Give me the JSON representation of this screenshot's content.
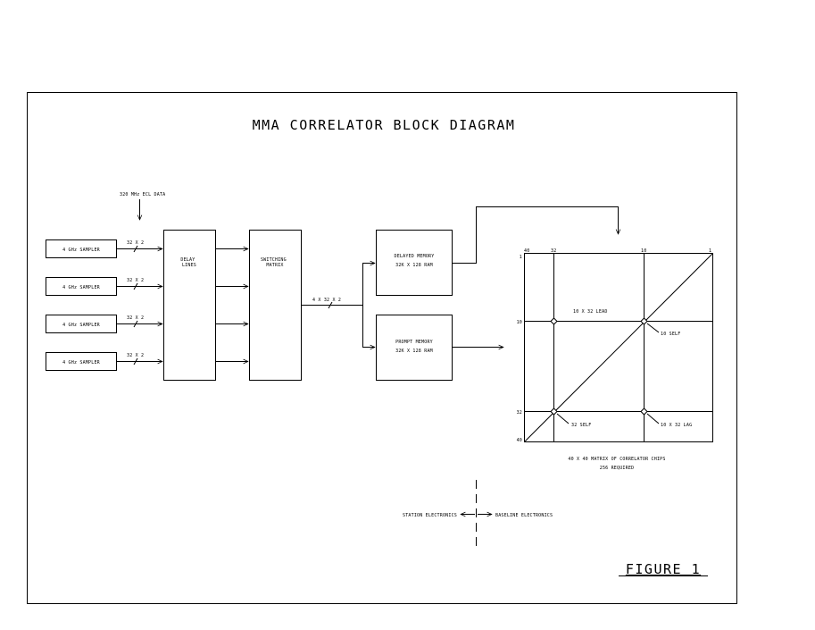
{
  "title": "MMA CORRELATOR BLOCK DIAGRAM",
  "figure_label": "FIGURE 1",
  "input_label": "320 MHz ECL DATA",
  "samplers": [
    "4 GHz SAMPLER",
    "4 GHz SAMPLER",
    "4 GHz SAMPLER",
    "4 GHz SAMPLER"
  ],
  "bus_label": "32 X 2",
  "delay_lines": "DELAY\nLINES",
  "switching_matrix": "SWITCHING\nMATRIX",
  "output_bus_label": "4 X 32 X 2",
  "delayed_memory": {
    "line1": "DELAYED MEMORY",
    "line2": "32K X 128 RAM"
  },
  "prompt_memory": {
    "line1": "PROMPT MEMORY",
    "line2": "32K X 128 RAM"
  },
  "matrix": {
    "top_ticks": [
      "40",
      "32",
      "10",
      "1"
    ],
    "left_ticks": [
      "1",
      "10",
      "32",
      "40"
    ],
    "labels": {
      "lead": "10 X 32 LEAD",
      "self_upper": "10 SELF",
      "self_lower": "32 SELF",
      "lag": "10 X 32 LAG"
    },
    "caption_line1": "40 X 40 MATRIX OF CORRELATOR CHIPS",
    "caption_line2": "256 REQUIRED"
  },
  "station_electronics": "STATION ELECTRONICS",
  "baseline_electronics": "BASELINE ELECTRONICS"
}
